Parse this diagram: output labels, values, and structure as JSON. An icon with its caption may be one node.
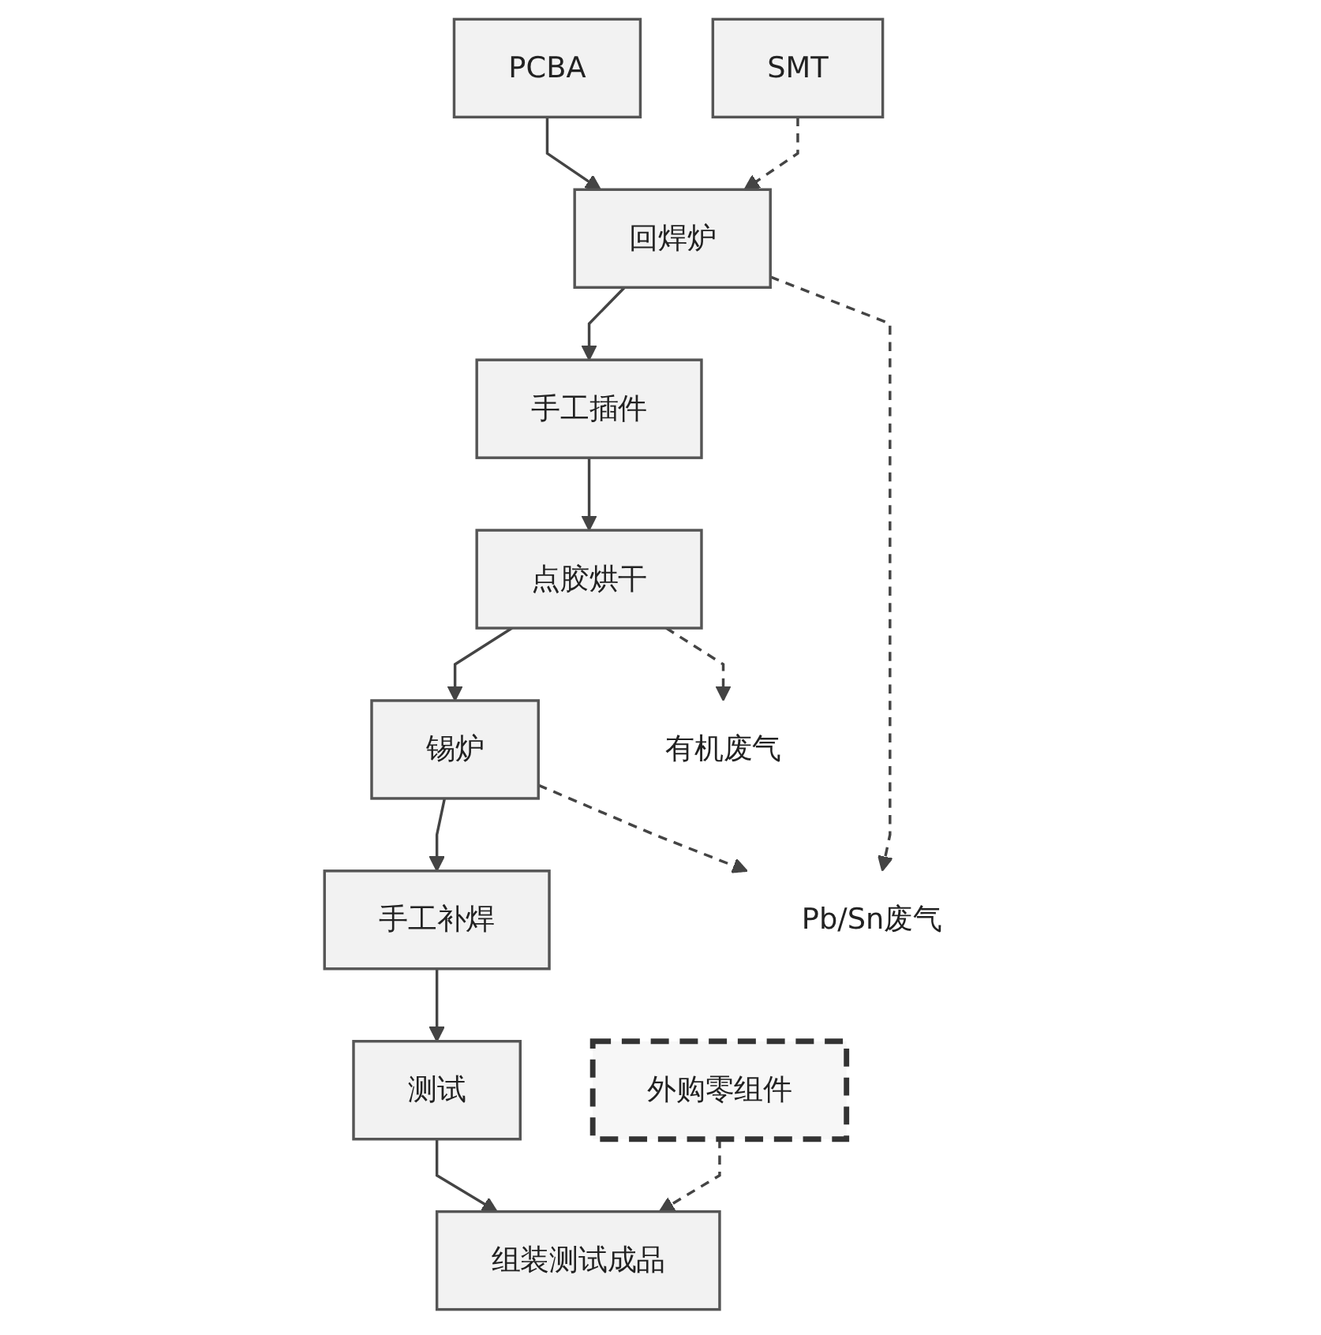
{
  "diagram": {
    "nodes": [
      {
        "text": [
          "PCBA"
        ]
      },
      {
        "text": [
          "SMT"
        ]
      },
      {
        "text": [
          "回焊炉"
        ]
      },
      {
        "text": [
          "手工插件"
        ]
      },
      {
        "text": [
          "Pb/Sn废气"
        ]
      },
      {
        "text": [
          "点胶烘干"
        ]
      },
      {
        "text": [
          "有机废气"
        ]
      },
      {
        "text": [
          "锡炉"
        ]
      },
      {
        "text": [
          "手工补焊"
        ]
      },
      {
        "text": [
          "测试"
        ]
      },
      {
        "text": [
          "外购零组件"
        ]
      },
      {
        "text": [
          "组装测试成品"
        ]
      }
    ],
    "edges": [
      {
        "from": 0,
        "to": 2,
        "arrow": "to"
      },
      {
        "from": 1,
        "to": 2,
        "arrow": "to",
        "style": "dashed"
      },
      {
        "from": 2,
        "to": 3,
        "arrow": "to"
      },
      {
        "from": 3,
        "to": 5,
        "arrow": "to"
      },
      {
        "from": 5,
        "to": 7,
        "arrow": "to"
      },
      {
        "from": 7,
        "to": 8,
        "arrow": "to"
      },
      {
        "from": 8,
        "to": 9,
        "arrow": "to"
      },
      {
        "from": 9,
        "to": 11,
        "arrow": "to"
      },
      {
        "from": 10,
        "to": 11,
        "arrow": "to",
        "style": "dashed"
      },
      {
        "from": 5,
        "to": 6,
        "arrow": "to",
        "style": "dashed"
      },
      {
        "from": 2,
        "to": 4,
        "arrow": "to",
        "style": "dashed"
      },
      {
        "from": 7,
        "to": 4,
        "arrow": "to",
        "style": "dashed"
      }
    ]
  }
}
